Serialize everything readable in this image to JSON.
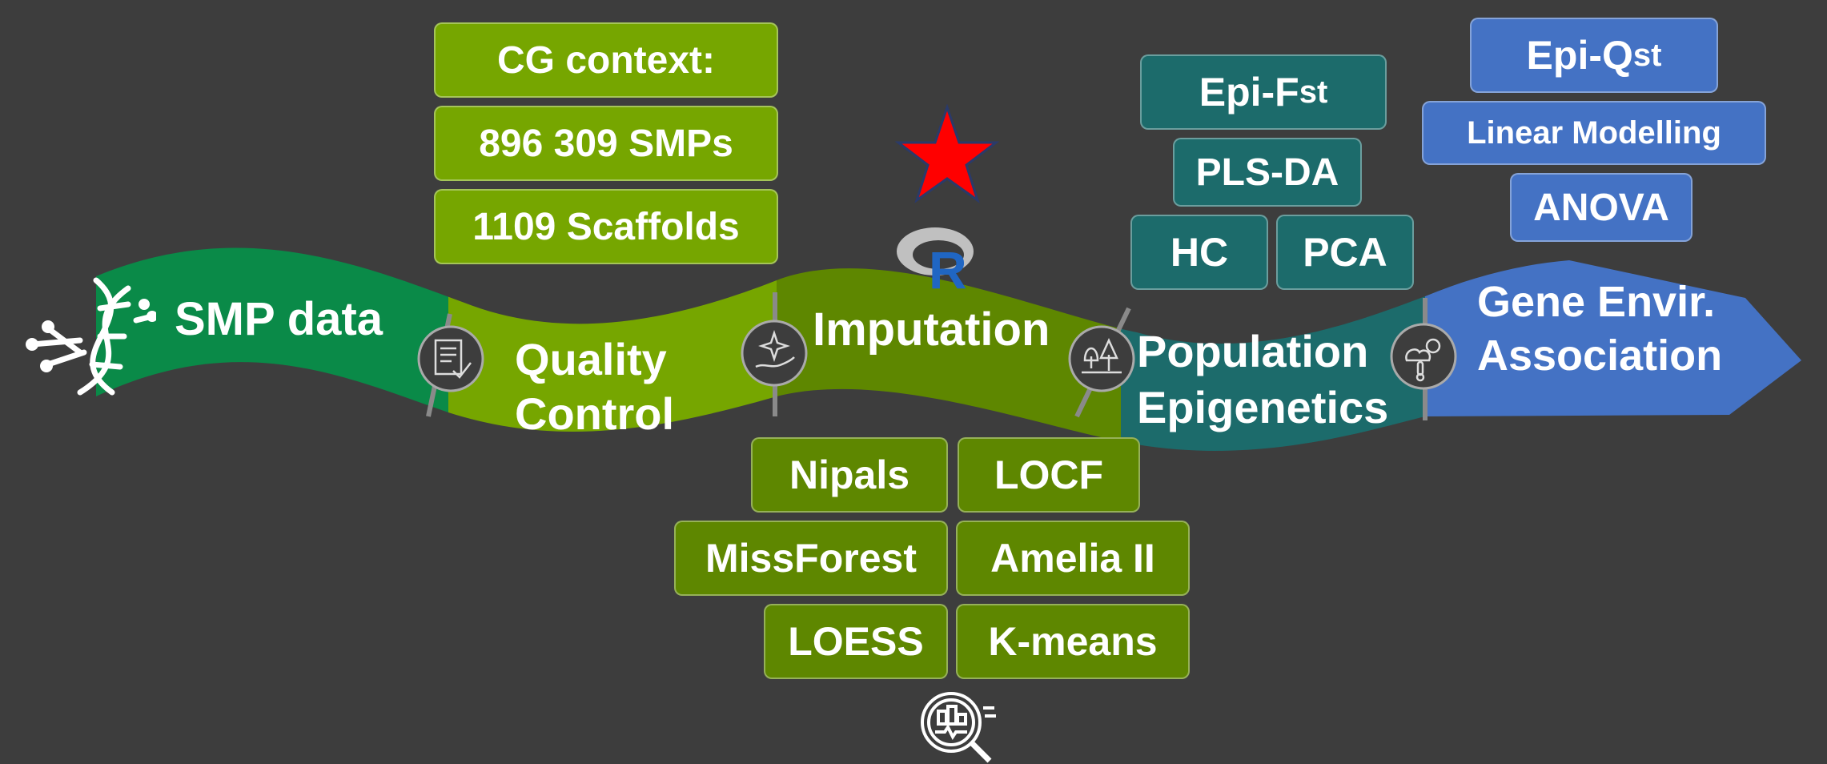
{
  "colors": {
    "background": "#3d3d3d",
    "smp_green": "#0a8a48",
    "qc_green": "#76a600",
    "imputation_green": "#5e8700",
    "population_teal": "#1c6b6b",
    "association_blue": "#4472c4",
    "star_red": "#ff0000",
    "r_logo_blue": "#2066c3"
  },
  "stages": {
    "smp": "SMP data",
    "qc_line1": "Quality",
    "qc_line2": "Control",
    "imputation": "Imputation",
    "pop_line1": "Population",
    "pop_line2": "Epigenetics",
    "assoc_line1": "Gene Envir.",
    "assoc_line2": "Association"
  },
  "cg_context": {
    "title": "CG context:",
    "smps": "896 309 SMPs",
    "scaffolds": "1109 Scaffolds"
  },
  "imputation_methods": {
    "nipals": "Nipals",
    "locf": "LOCF",
    "missforest": "MissForest",
    "amelia": "Amelia II",
    "loess": "LOESS",
    "kmeans": "K-means"
  },
  "population_methods": {
    "epi_f_main": "Epi-F",
    "epi_f_sub": "st",
    "plsda": "PLS-DA",
    "hc": "HC",
    "pca": "PCA"
  },
  "association_methods": {
    "epi_q_main": "Epi-Q",
    "epi_q_sub": "st",
    "linear": "Linear Modelling",
    "anova": "ANOVA"
  },
  "r_logo": "R",
  "icons": [
    "dna-icon",
    "document-check-icon",
    "sparkle-hand-icon",
    "forest-icon",
    "weather-thermometer-icon",
    "chart-magnifier-icon",
    "star-icon",
    "r-logo-icon"
  ]
}
